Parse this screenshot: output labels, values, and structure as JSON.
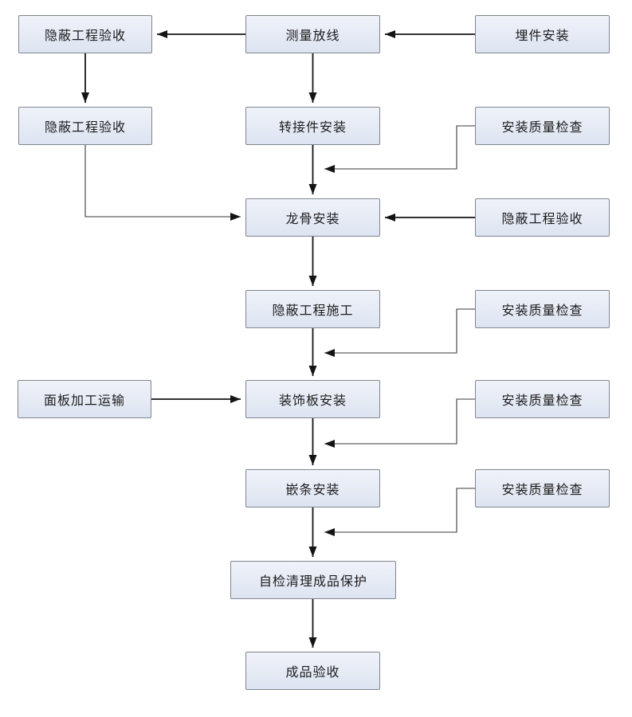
{
  "diagram": {
    "type": "flowchart",
    "language": "zh-CN",
    "colors": {
      "background": "#ffffff",
      "node_fill": "#dde4f1",
      "node_fill_highlight": "#eff2f9",
      "node_border": "#7f8590",
      "arrow": "#141414",
      "text": "#1c1c1c"
    },
    "nodes": [
      {
        "id": "hidden-acceptance-1",
        "label": "隐蔽工程验收"
      },
      {
        "id": "survey-layout",
        "label": "测量放线"
      },
      {
        "id": "embed-install",
        "label": "埋件安装"
      },
      {
        "id": "hidden-acceptance-2",
        "label": "隐蔽工程验收"
      },
      {
        "id": "adapter-install",
        "label": "转接件安装"
      },
      {
        "id": "quality-check-1",
        "label": "安装质量检查"
      },
      {
        "id": "keel-install",
        "label": "龙骨安装"
      },
      {
        "id": "hidden-acceptance-3",
        "label": "隐蔽工程验收"
      },
      {
        "id": "hidden-construction",
        "label": "隐蔽工程施工"
      },
      {
        "id": "quality-check-2",
        "label": "安装质量检查"
      },
      {
        "id": "panel-transport",
        "label": "面板加工运输"
      },
      {
        "id": "decor-panel-install",
        "label": "装饰板安装"
      },
      {
        "id": "quality-check-3",
        "label": "安装质量检查"
      },
      {
        "id": "strip-install",
        "label": "嵌条安装"
      },
      {
        "id": "quality-check-4",
        "label": "安装质量检查"
      },
      {
        "id": "self-check-protect",
        "label": "自检清理成品保护"
      },
      {
        "id": "final-acceptance",
        "label": "成品验收"
      }
    ],
    "edges": [
      {
        "from": "embed-install",
        "to": "survey-layout"
      },
      {
        "from": "survey-layout",
        "to": "hidden-acceptance-1"
      },
      {
        "from": "hidden-acceptance-1",
        "to": "hidden-acceptance-2"
      },
      {
        "from": "survey-layout",
        "to": "adapter-install"
      },
      {
        "from": "adapter-install",
        "to": "keel-install"
      },
      {
        "from": "quality-check-1",
        "to": "keel-install",
        "note": "joins flow line"
      },
      {
        "from": "hidden-acceptance-2",
        "to": "keel-install"
      },
      {
        "from": "hidden-acceptance-3",
        "to": "keel-install"
      },
      {
        "from": "keel-install",
        "to": "hidden-construction"
      },
      {
        "from": "hidden-construction",
        "to": "decor-panel-install"
      },
      {
        "from": "quality-check-2",
        "to": "decor-panel-install",
        "note": "joins flow line"
      },
      {
        "from": "panel-transport",
        "to": "decor-panel-install"
      },
      {
        "from": "decor-panel-install",
        "to": "strip-install"
      },
      {
        "from": "quality-check-3",
        "to": "strip-install",
        "note": "joins flow line"
      },
      {
        "from": "strip-install",
        "to": "self-check-protect"
      },
      {
        "from": "quality-check-4",
        "to": "self-check-protect",
        "note": "joins flow line"
      },
      {
        "from": "self-check-protect",
        "to": "final-acceptance"
      }
    ]
  }
}
